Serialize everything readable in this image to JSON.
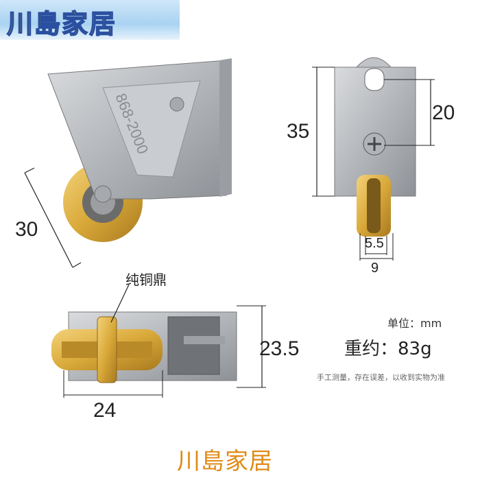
{
  "logo": {
    "text": "川島家居"
  },
  "views": {
    "side": {
      "dim_diameter": "30"
    },
    "front": {
      "dim_height": "35",
      "dim_hole": "20",
      "dim_inner": "5.5",
      "dim_outer": "9"
    },
    "bottom": {
      "callout": "纯铜鼎",
      "dim_width": "24",
      "dim_height": "23.5"
    }
  },
  "specs": {
    "unit": "单位：mm",
    "weight": "重约：83g",
    "note": "手工测量，存在误差，以收到实物为准"
  },
  "brand": {
    "text": "川島家居"
  },
  "colors": {
    "steel": "#b9bcc0",
    "brass": "#d9a93a",
    "brand_orange": "#e08a17",
    "logo_yellow": "#f4b400"
  }
}
